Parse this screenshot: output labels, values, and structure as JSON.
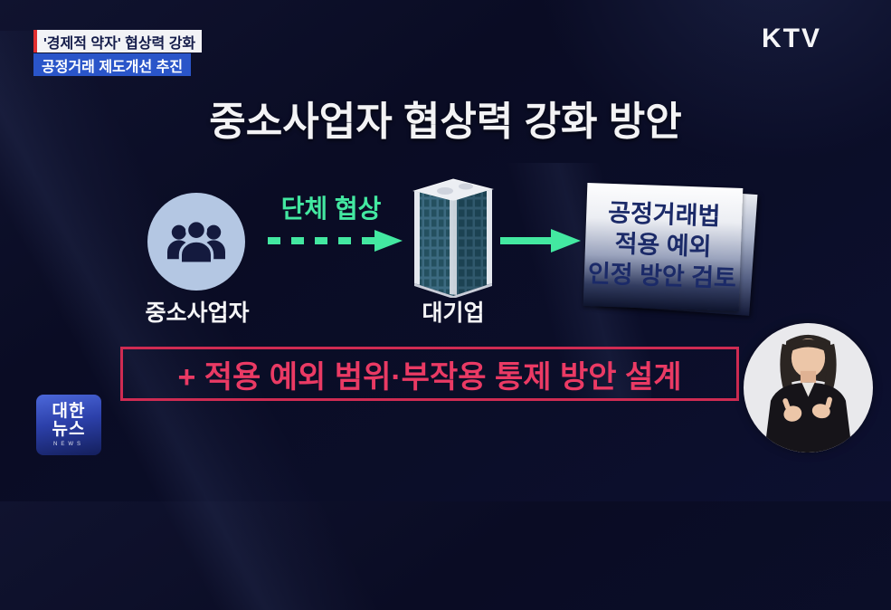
{
  "header": {
    "banner_top": "'경제적 약자' 협상력 강화",
    "banner_bottom": "공정거래 제도개선 추진",
    "channel_logo": "KTV"
  },
  "title": "중소사업자 협상력 강화 방안",
  "diagram": {
    "left_node": {
      "icon": "people-group",
      "label": "중소사업자"
    },
    "arrow1": {
      "label": "단체 협상",
      "style": "dashed"
    },
    "center_node": {
      "icon": "office-building",
      "label": "대기업"
    },
    "arrow2": {
      "style": "solid"
    },
    "document": {
      "line1": "공정거래법",
      "line2": "적용 예외",
      "line3": "인정 방안 검토"
    }
  },
  "footnote": "+ 적용 예외 범위·부작용 통제 방안 설계",
  "broadcaster_logo": {
    "line1": "대한",
    "line2": "뉴스",
    "sub": "NEWS"
  },
  "colors": {
    "background": "#0b0e29",
    "accent_mint": "#43e8a1",
    "alert_pink": "#ea3a64",
    "alert_border": "#cf2b52",
    "banner_blue": "#2a55c9",
    "banner_red_bar": "#e12f30",
    "node_circle_blue": "#b4c7e3",
    "silhouette_navy": "#141a3e"
  }
}
